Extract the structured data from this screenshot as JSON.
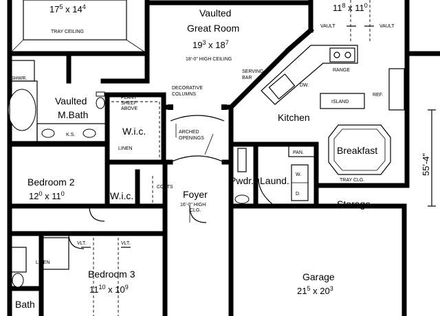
{
  "rooms": {
    "top_left": {
      "w": "17",
      "w_in": "5",
      "h": "14",
      "h_in": "4",
      "note": "TRAY CEILING"
    },
    "great_room": {
      "line1": "Vaulted",
      "line2": "Great Room",
      "w": "19",
      "w_in": "3",
      "h": "18",
      "h_in": "7",
      "note": "18'-0\" HIGH CEILING"
    },
    "top_right": {
      "w": "11",
      "w_in": "8",
      "h": "11",
      "h_in": "0",
      "vault_left": "VAULT",
      "vault_right": "VAULT"
    },
    "master_bath": {
      "line1": "Vaulted",
      "line2": "M.Bath",
      "shwr": "SHWR.",
      "ks": "K.S."
    },
    "wic_master": {
      "label": "W.i.c.",
      "plant_shelf": [
        "PLANT",
        "SHELF",
        "ABOVE"
      ],
      "linen": "LINEN"
    },
    "decorative_columns": [
      "DECORATIVE",
      "COLUMNS"
    ],
    "arched_openings": [
      "ARCHED",
      "OPENINGS"
    ],
    "serving_bar": [
      "SERVING",
      "BAR"
    ],
    "kitchen": {
      "label": "Kitchen",
      "range": "RANGE",
      "dw": "DW.",
      "island": "ISLAND",
      "ref": "REF."
    },
    "breakfast": {
      "label": "Breakfast",
      "note": "TRAY CLG."
    },
    "bedroom2": {
      "label": "Bedroom 2",
      "w": "12",
      "w_in": "0",
      "h": "11",
      "h_in": "0"
    },
    "wic_bed2": {
      "label": "W.i.c."
    },
    "coats": "COATS",
    "foyer": {
      "label": "Foyer",
      "note": [
        "16'-0\" HIGH",
        "CLG."
      ]
    },
    "powder": "Pwdr.",
    "laundry": {
      "label": "Laund.",
      "pan": "PAN.",
      "w": "W.",
      "d": "D."
    },
    "storage": "Storage",
    "bedroom3": {
      "label": "Bedroom 3",
      "w": "11",
      "w_in": "10",
      "h": "10",
      "h_in": "9",
      "vlt_left": "VLT.",
      "vlt_right": "VLT."
    },
    "linen": "LINEN",
    "bath": "Bath",
    "garage": {
      "label": "Garage",
      "w": "21",
      "w_in": "5",
      "h": "20",
      "h_in": "3"
    }
  },
  "overall_dimension": "55'-4\""
}
